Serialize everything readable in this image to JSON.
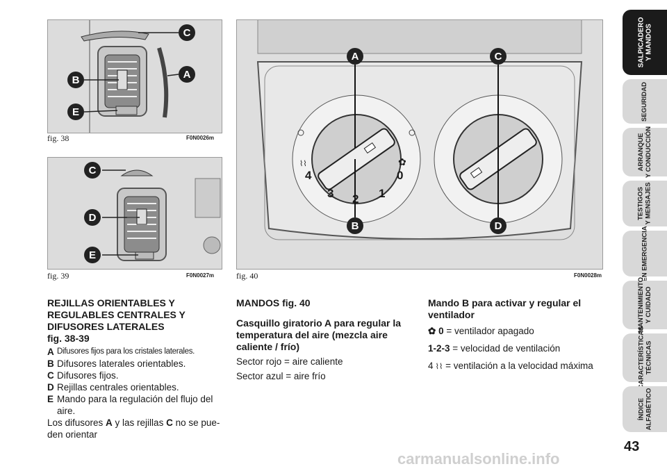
{
  "figures": {
    "fig38": {
      "caption": "fig. 38",
      "code": "F0N0026m",
      "callouts": [
        "C",
        "A",
        "B",
        "E"
      ]
    },
    "fig39": {
      "caption": "fig. 39",
      "code": "F0N0027m",
      "callouts": [
        "C",
        "D",
        "E"
      ]
    },
    "fig40": {
      "caption": "fig. 40",
      "code": "F0N0028m",
      "callouts": [
        "A",
        "C",
        "B",
        "D"
      ],
      "dial_labels": [
        "4",
        "3",
        "2",
        "1",
        "0"
      ]
    }
  },
  "col1": {
    "heading": "REJILLAS ORIENTABLES Y REGULABLES CENTRALES Y DIFUSORES LATERALES",
    "figref": "fig. 38-39",
    "items": [
      {
        "k": "A",
        "v": "Difusores fijos para los cristales laterales."
      },
      {
        "k": "B",
        "v": "Difusores laterales orientables."
      },
      {
        "k": "C",
        "v": "Difusores fijos."
      },
      {
        "k": "D",
        "v": "Rejillas centrales orientables."
      },
      {
        "k": "E",
        "v": "Mando para la regulación del flujo del aire."
      }
    ],
    "note_prefix": "Los difusores ",
    "note_a": "A",
    "note_mid": " y las rejillas ",
    "note_c": "C",
    "note_suffix": " no se pue-den orientar"
  },
  "col2": {
    "heading": "MANDOS fig. 40",
    "subheading": "Casquillo giratorio A para regular la temperatura del aire (mezcla aire caliente / frío)",
    "lines": [
      "Sector rojo = aire caliente",
      "Sector azul = aire frío"
    ]
  },
  "col3": {
    "heading": "Mando B para activar y regular el ventilador",
    "l1_key": "0",
    "l1_text": " = ventilador apagado",
    "l2_key": "1-2-3",
    "l2_text": " = velocidad de ventilación",
    "l3_key": "4",
    "l3_text": " = ventilación a la velocidad máxima"
  },
  "tabs": [
    {
      "label": "SALPICADERO\nY MANDOS",
      "active": true
    },
    {
      "label": "SEGURIDAD",
      "active": false
    },
    {
      "label": "ARRANQUE\nY CONDUCCIÓN",
      "active": false
    },
    {
      "label": "TESTIGOS\nY MENSAJES",
      "active": false
    },
    {
      "label": "EN EMERGENCIA",
      "active": false
    },
    {
      "label": "MANTENIMIENTO\nY CUIDADO",
      "active": false
    },
    {
      "label": "CARACTERÍSTICAS\nTÉCNICAS",
      "active": false
    },
    {
      "label": "ÍNDICE\nALFABÉTICO",
      "active": false
    }
  ],
  "page_number": "43",
  "watermark": "carmanualsonline.info",
  "icons": [
    "fan-icon",
    "defrost-icon"
  ]
}
